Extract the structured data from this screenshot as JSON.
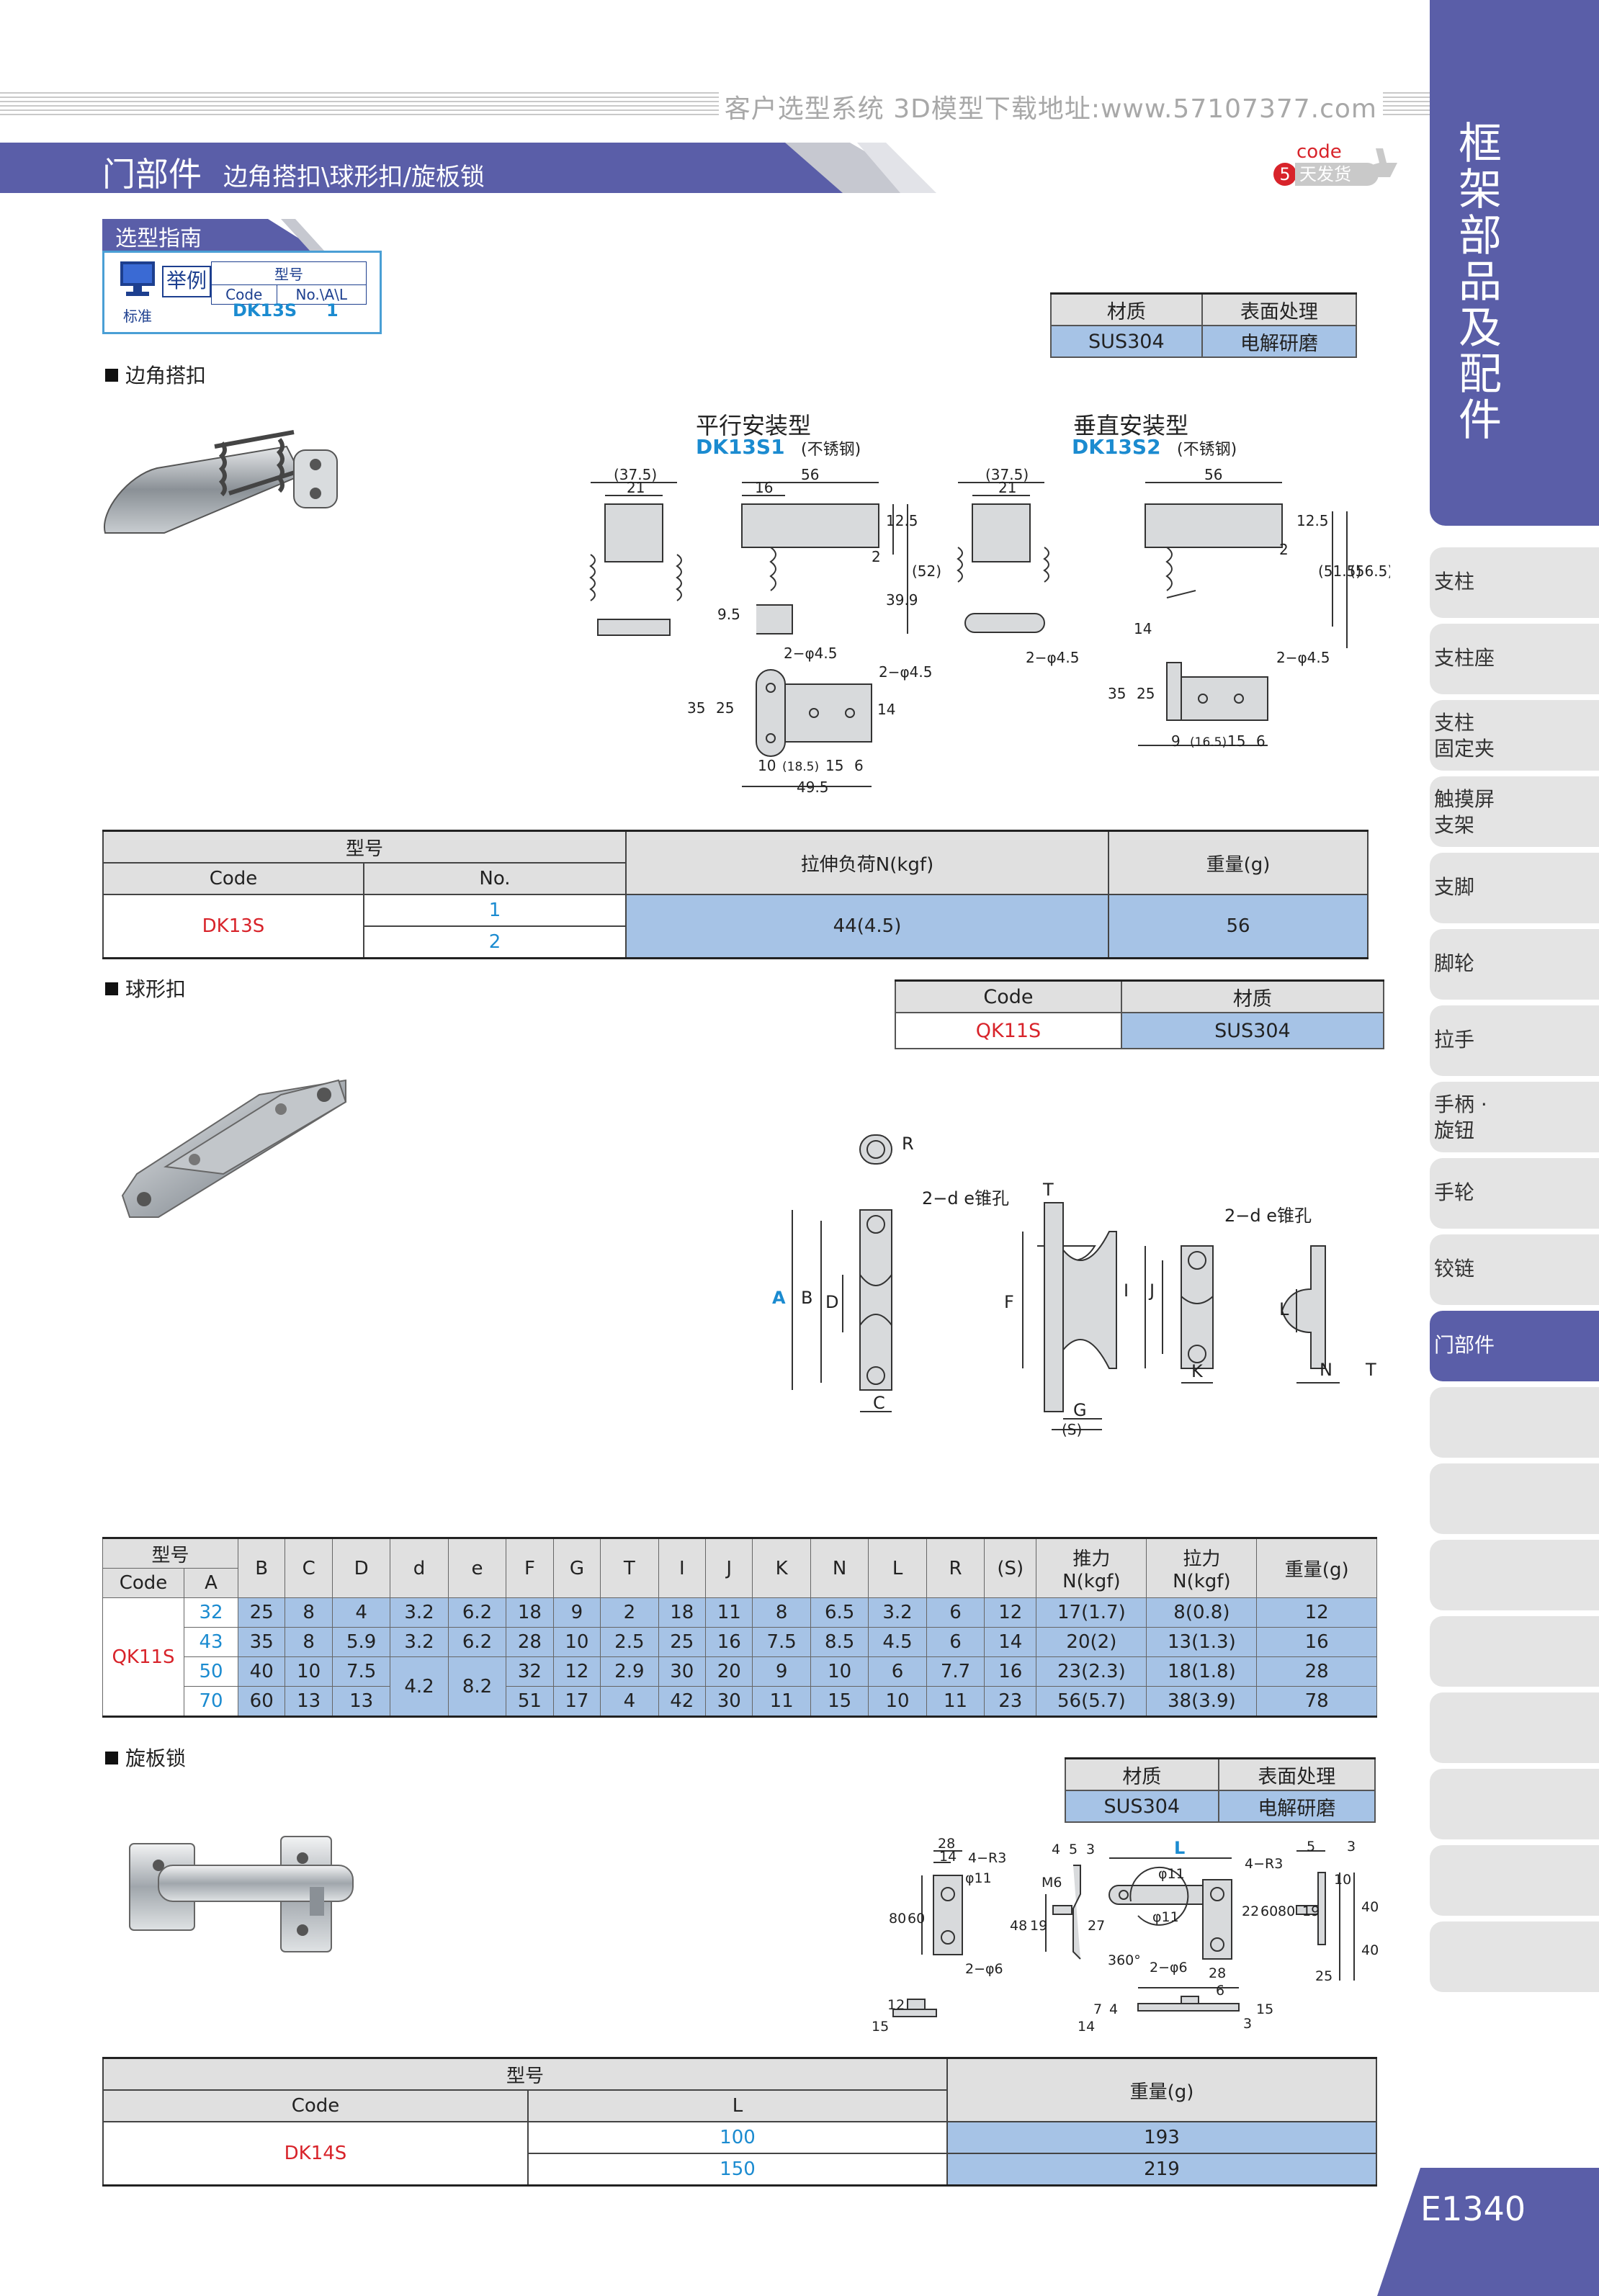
{
  "header": {
    "site_text": "客户选型系统  3D模型下载地址:www.57107377.com",
    "title_main": "门部件",
    "title_sub": "边角搭扣\\球形扣/旋板锁",
    "badge_code": "code",
    "badge_num": "5",
    "badge_text": "天发货"
  },
  "sidebar": {
    "title": "框架部品及配件",
    "items": [
      "支柱",
      "支柱座",
      "支柱\n固定夹",
      "触摸屏\n支架",
      "支脚",
      "脚轮",
      "拉手",
      "手柄 ·\n旋钮",
      "手轮",
      "铰链",
      "门部件",
      "",
      "",
      "",
      "",
      "",
      "",
      "",
      ""
    ],
    "page_number": "E1340"
  },
  "guide": {
    "title": "选型指南",
    "example_label": "举例",
    "model_header": "型号",
    "col_code": "Code",
    "col_no": "No.\\A\\L",
    "row_label": "标准",
    "example_code": "DK13S",
    "example_no": "1"
  },
  "section1": {
    "heading": "边角搭扣",
    "material_table": {
      "headers": [
        "材质",
        "表面处理"
      ],
      "values": [
        "SUS304",
        "电解研磨"
      ]
    },
    "parallel_label": "平行安装型",
    "parallel_code": "DK13S1",
    "parallel_note": "(不锈钢)",
    "vertical_label": "垂直安装型",
    "vertical_code": "DK13S2",
    "vertical_note": "(不锈钢)",
    "dims": {
      "d375a": "(37.5)",
      "d21a": "21",
      "d56a": "56",
      "d16": "16",
      "d125a": "12.5",
      "d2a": "2",
      "d399": "39.9",
      "d52": "(52)",
      "d95": "9.5",
      "hole1": "2−φ4.5",
      "hole2": "2−φ4.5",
      "d35a": "35",
      "d25a": "25",
      "d14a": "14",
      "d10": "10",
      "d185": "(18.5)",
      "d15a": "15",
      "d6a": "6",
      "d495": "49.5",
      "d375b": "(37.5)",
      "d21b": "21",
      "d56b": "56",
      "d125b": "12.5",
      "d2b": "2",
      "d515": "(51.5)",
      "d565": "(56.5)",
      "d14b": "14",
      "hole3": "2−φ4.5",
      "hole4": "2−φ4.5",
      "d35b": "35",
      "d25b": "25",
      "d9": "9",
      "d165": "(16.5)",
      "d15b": "15",
      "d6b": "6"
    },
    "table": {
      "h_model": "型号",
      "h_code": "Code",
      "h_no": "No.",
      "h_load": "拉伸负荷N(kgf)",
      "h_weight": "重量(g)",
      "code": "DK13S",
      "no1": "1",
      "no2": "2",
      "load": "44(4.5)",
      "weight": "56"
    }
  },
  "section2": {
    "heading": "球形扣",
    "code_table": {
      "headers": [
        "Code",
        "材质"
      ],
      "values": [
        "QK11S",
        "SUS304"
      ]
    },
    "labels": {
      "R": "R",
      "hole_a": "2−d  e锥孔",
      "hole_b": "2−d  e锥孔",
      "T1": "T",
      "A": "A",
      "B": "B",
      "D": "D",
      "F": "F",
      "C": "C",
      "G": "G",
      "S": "(S)",
      "I": "I",
      "J": "J",
      "K": "K",
      "L": "L",
      "N": "N",
      "T2": "T"
    },
    "table": {
      "h_model": "型号",
      "h_code": "Code",
      "h_a": "A",
      "cols": [
        "B",
        "C",
        "D",
        "d",
        "e",
        "F",
        "G",
        "T",
        "I",
        "J",
        "K",
        "N",
        "L",
        "R",
        "(S)"
      ],
      "h_push": "推力\nN(kgf)",
      "h_pull": "拉力\nN(kgf)",
      "h_weight": "重量(g)",
      "code": "QK11S",
      "rows": [
        {
          "A": "32",
          "v": [
            "25",
            "8",
            "4",
            "3.2",
            "6.2",
            "18",
            "9",
            "2",
            "18",
            "11",
            "8",
            "6.5",
            "3.2",
            "6",
            "12"
          ],
          "push": "17(1.7)",
          "pull": "8(0.8)",
          "weight": "12"
        },
        {
          "A": "43",
          "v": [
            "35",
            "8",
            "5.9",
            "3.2",
            "6.2",
            "28",
            "10",
            "2.5",
            "25",
            "16",
            "7.5",
            "8.5",
            "4.5",
            "6",
            "14"
          ],
          "push": "20(2)",
          "pull": "13(1.3)",
          "weight": "16"
        },
        {
          "A": "50",
          "v": [
            "40",
            "10",
            "7.5",
            "4.2",
            "8.2",
            "32",
            "12",
            "2.9",
            "30",
            "20",
            "9",
            "10",
            "6",
            "7.7",
            "16"
          ],
          "push": "23(2.3)",
          "pull": "18(1.8)",
          "weight": "28"
        },
        {
          "A": "70",
          "v": [
            "60",
            "13",
            "13",
            "",
            "",
            "51",
            "17",
            "4",
            "42",
            "30",
            "11",
            "15",
            "10",
            "11",
            "23"
          ],
          "push": "56(5.7)",
          "pull": "38(3.9)",
          "weight": "78"
        }
      ]
    }
  },
  "section3": {
    "heading": "旋板锁",
    "material_table": {
      "headers": [
        "材质",
        "表面处理"
      ],
      "values": [
        "SUS304",
        "电解研磨"
      ]
    },
    "dims": {
      "d28a": "28",
      "d14": "14",
      "r3a": "4−R3",
      "phi11a": "φ11",
      "d80a": "80",
      "d60a": "60",
      "hole6a": "2−φ6",
      "d4": "4",
      "d5a": "5",
      "d3a": "3",
      "m6": "M6",
      "d48": "48",
      "d19a": "19",
      "d27": "27",
      "L": "L",
      "phi11b": "φ11",
      "phi11c": "φ11",
      "r3b": "4−R3",
      "d22": "22",
      "d60b": "60",
      "d80b": "80",
      "d360": "360°",
      "hole6b": "2−φ6",
      "d28b": "28",
      "d6": "6",
      "d5b": "5",
      "d3b": "3",
      "d10": "10",
      "d19b": "19",
      "d40a": "40",
      "d40b": "40",
      "d25": "25",
      "d15a": "15",
      "d12": "12",
      "d14b": "14",
      "d7": "7",
      "d4b": "4",
      "d15b": "15",
      "d3c": "3"
    },
    "table": {
      "h_model": "型号",
      "h_code": "Code",
      "h_l": "L",
      "h_weight": "重量(g)",
      "code": "DK14S",
      "l1": "100",
      "l2": "150",
      "w1": "193",
      "w2": "219"
    }
  }
}
